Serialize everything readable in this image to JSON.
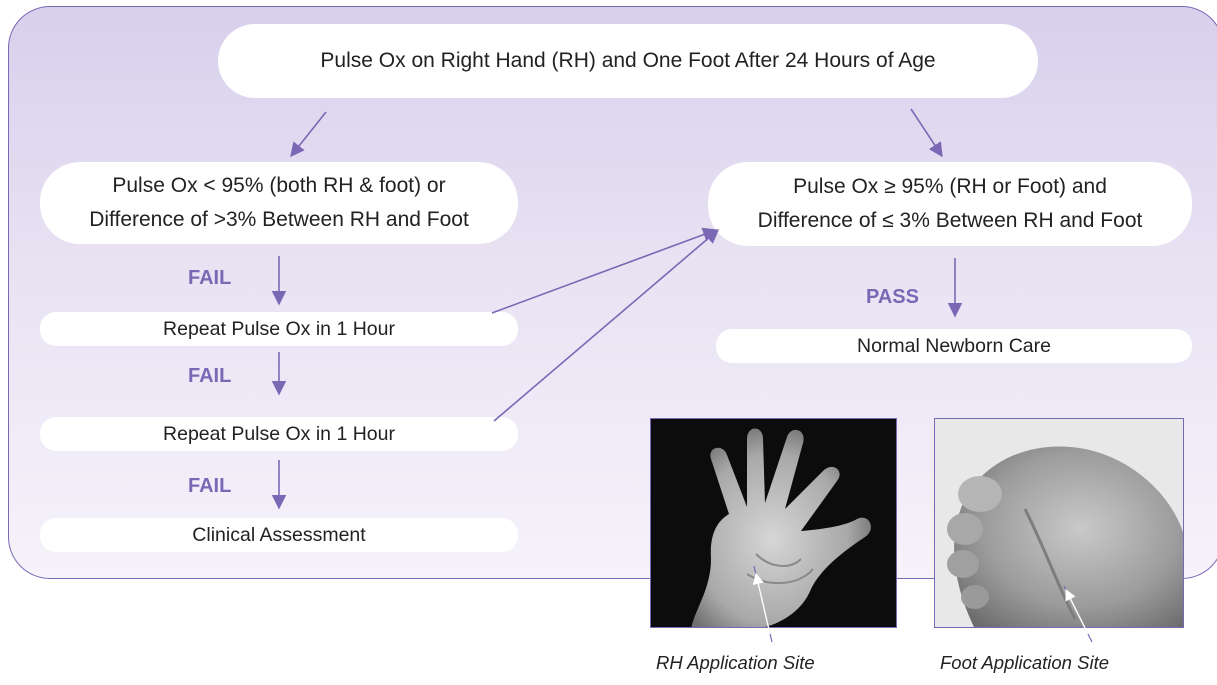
{
  "flowchart": {
    "start": "Pulse Ox on Right Hand (RH) and One Foot After 24 Hours of Age",
    "fail_condition": {
      "line1": "Pulse Ox < 95% (both RH & foot) or",
      "line2": "Difference of >3% Between RH and Foot"
    },
    "pass_condition": {
      "line1": "Pulse Ox ≥ 95% (RH or Foot) and",
      "line2": "Difference of ≤ 3% Between RH and Foot"
    },
    "repeat_1": "Repeat Pulse Ox in 1 Hour",
    "repeat_2": "Repeat Pulse Ox in 1 Hour",
    "clinical": "Clinical Assessment",
    "normal_care": "Normal Newborn Care",
    "labels": {
      "fail_1": "FAIL",
      "fail_2": "FAIL",
      "fail_3": "FAIL",
      "pass": "PASS"
    }
  },
  "photos": {
    "hand_caption": "RH Application Site",
    "foot_caption": "Foot Application Site"
  },
  "colors": {
    "accent": "#7b68b5",
    "panel_top": "#d8d0ec",
    "panel_bottom": "#f6f3fb"
  }
}
